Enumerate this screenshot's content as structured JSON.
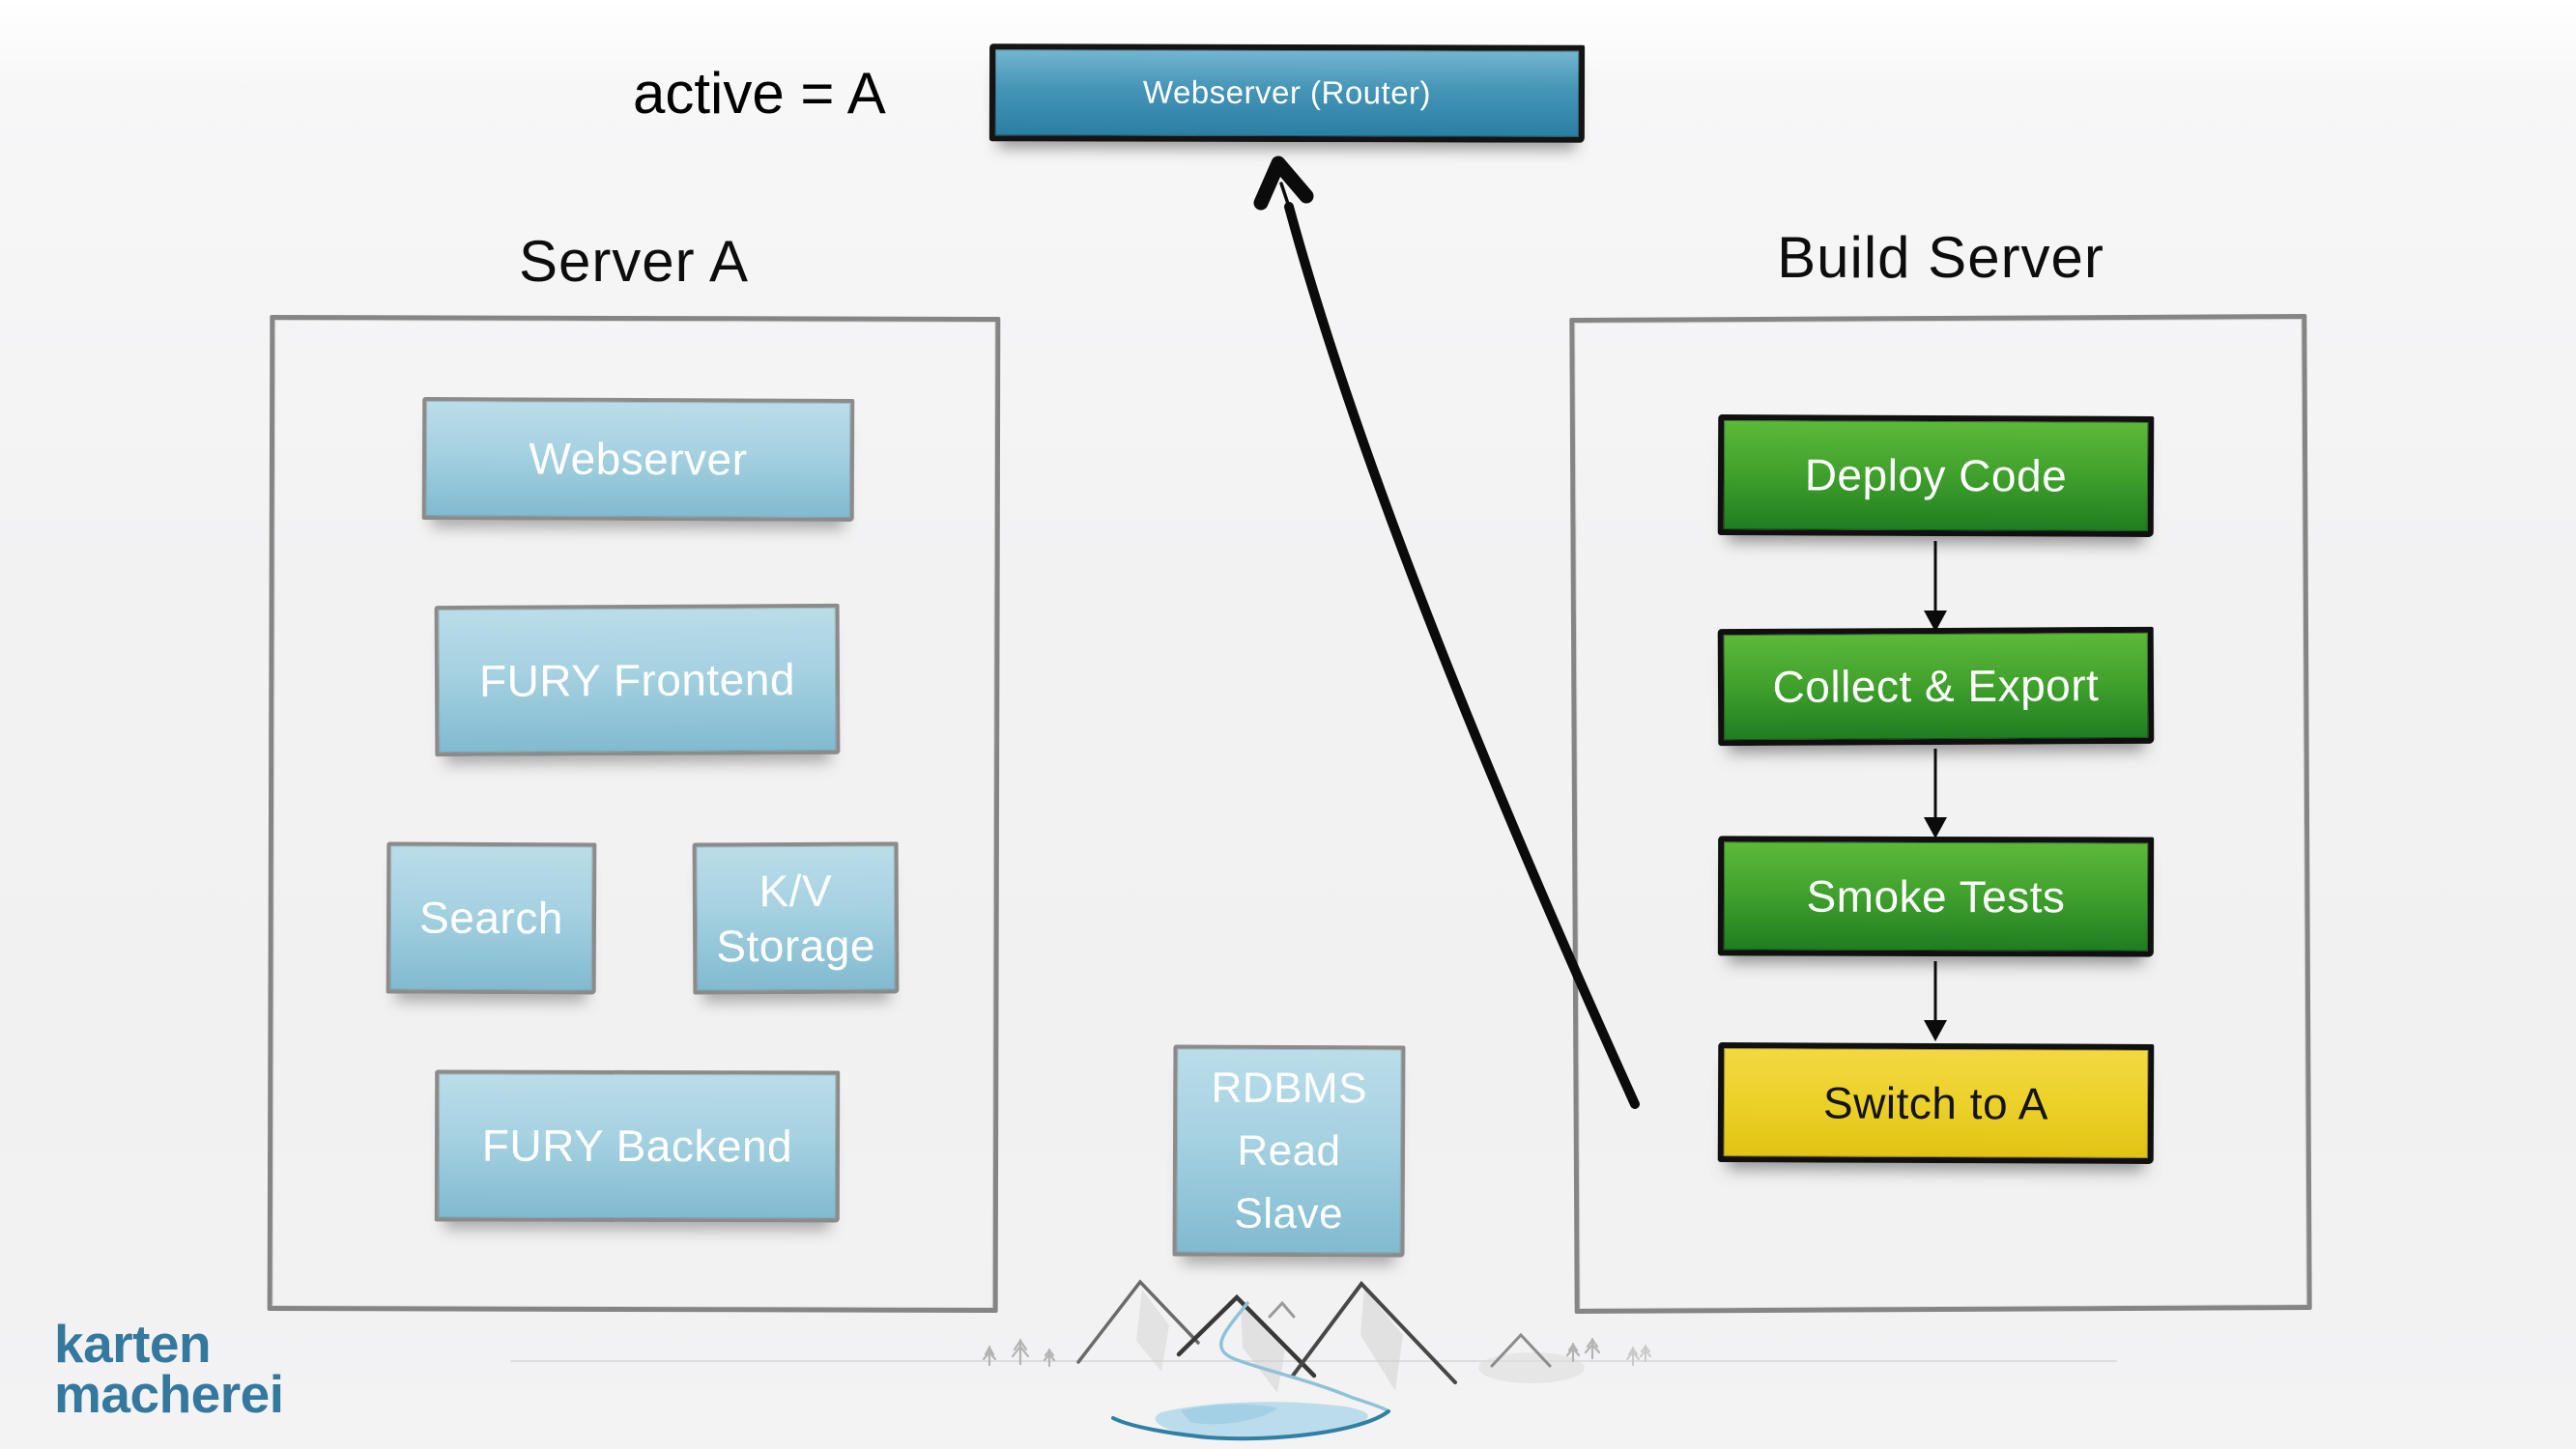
{
  "annotation": {
    "active_label": "active = A"
  },
  "router": {
    "label": "Webserver (Router)"
  },
  "server_a": {
    "title": "Server A",
    "boxes": [
      {
        "label": "Webserver"
      },
      {
        "label": "FURY Frontend"
      },
      {
        "label": "Search"
      },
      {
        "label": "K/V Storage"
      },
      {
        "label": "FURY Backend"
      }
    ]
  },
  "build_server": {
    "title": "Build Server",
    "steps": [
      {
        "label": "Deploy Code"
      },
      {
        "label": "Collect & Export"
      },
      {
        "label": "Smoke Tests"
      },
      {
        "label": "Switch to A"
      }
    ]
  },
  "database": {
    "lines": [
      "RDBMS",
      "Read",
      "Slave"
    ]
  },
  "logo": {
    "line1": "karten",
    "line2": "macherei"
  },
  "colors": {
    "light_blue_box_top": "#bbdde9",
    "light_blue_box_bottom": "#81bad0",
    "router_box_top": "#73b6d1",
    "router_box_bottom": "#2b7fa3",
    "green_box_top": "#5db939",
    "green_box_bottom": "#1f7d20",
    "yellow_box_top": "#f3d940",
    "yellow_box_bottom": "#e2c313",
    "logo_blue": "#35789e",
    "frame_gray": "#858585",
    "arrow_black": "#0b0b0b"
  }
}
